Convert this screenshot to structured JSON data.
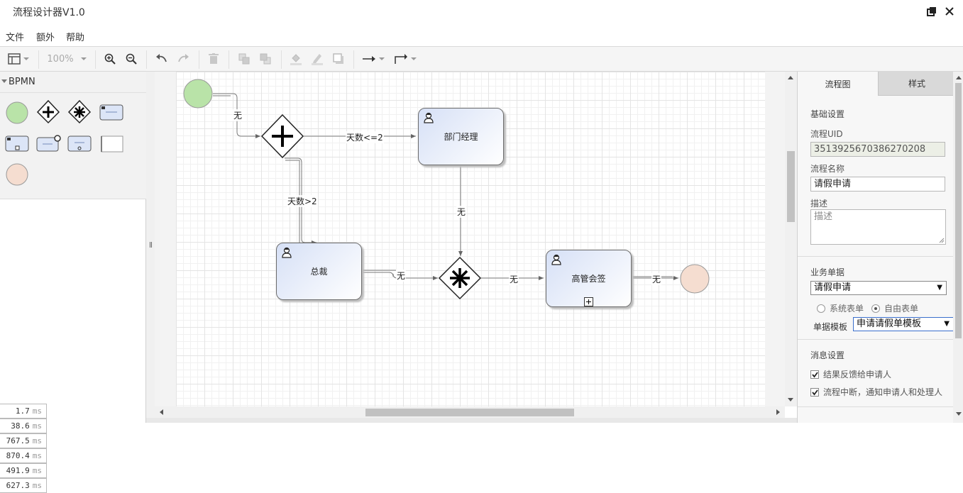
{
  "window": {
    "title": "流程设计器V1.0"
  },
  "menu": [
    "文件",
    "额外",
    "帮助"
  ],
  "toolbar": {
    "zoom": "100%"
  },
  "palette": {
    "title": "BPMN"
  },
  "perf": [
    {
      "value": "1.7",
      "unit": "ms"
    },
    {
      "value": "38.6",
      "unit": "ms"
    },
    {
      "value": "767.5",
      "unit": "ms"
    },
    {
      "value": "870.4",
      "unit": "ms"
    },
    {
      "value": "491.9",
      "unit": "ms"
    },
    {
      "value": "627.3",
      "unit": "ms"
    }
  ],
  "diagram": {
    "tasks": {
      "dept_manager": "部门经理",
      "ceo": "总裁",
      "executive_countersign": "高管会签"
    },
    "edges": {
      "start_to_gateway": "无",
      "to_dept": "天数<=2",
      "to_ceo": "天数>2",
      "dept_to_join": "无",
      "ceo_to_join": "无",
      "join_to_exec": "无",
      "exec_to_end": "无"
    }
  },
  "panel": {
    "tabs": [
      "流程图",
      "样式"
    ],
    "basic_title": "基础设置",
    "uid_label": "流程UID",
    "uid_value": "3513925670386270208",
    "name_label": "流程名称",
    "name_value": "请假申请",
    "desc_label": "描述",
    "desc_placeholder": "描述",
    "biz_title": "业务单据",
    "biz_value": "请假申请",
    "radio_system": "系统表单",
    "radio_free": "自由表单",
    "template_label": "单据模板",
    "template_value": "申请请假单模板",
    "msg_title": "消息设置",
    "chk1": "结果反馈给申请人",
    "chk2": "流程中断，通知申请人和处理人"
  },
  "colors": {
    "task_fill": "#d6e0f6",
    "start_fill": "#b9e3a8",
    "end_fill": "#f5ddd0"
  }
}
